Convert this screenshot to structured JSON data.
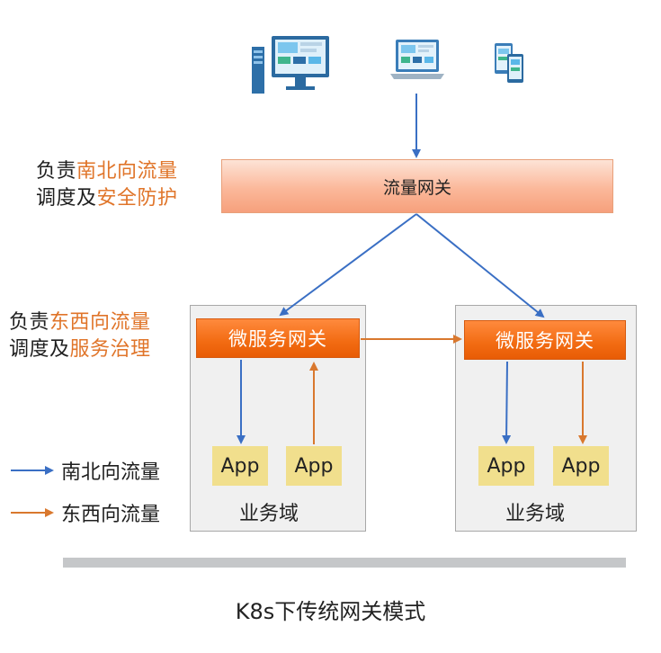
{
  "clients": [
    {
      "icon": "desktop-computer-icon"
    },
    {
      "icon": "laptop-icon"
    },
    {
      "icon": "mobile-tablet-icon"
    }
  ],
  "gateway_main": {
    "label": "流量网关"
  },
  "north_south_desc": {
    "line1_prefix": "负责",
    "line1_highlight": "南北向流量",
    "line2_prefix": "调度及",
    "line2_highlight": "安全防护"
  },
  "east_west_desc": {
    "line1_prefix": "负责",
    "line1_highlight": "东西向流量",
    "line2_prefix": "调度及",
    "line2_highlight": "服务治理"
  },
  "domains": [
    {
      "gateway_label": "微服务网关",
      "apps": [
        "App",
        "App"
      ],
      "domain_label": "业务域"
    },
    {
      "gateway_label": "微服务网关",
      "apps": [
        "App",
        "App"
      ],
      "domain_label": "业务域"
    }
  ],
  "legend": [
    {
      "label": "南北向流量",
      "color": "#3a6fc4"
    },
    {
      "label": "东西向流量",
      "color": "#d9782e"
    }
  ],
  "colors": {
    "north_south": "#3a6fc4",
    "east_west": "#d9782e",
    "highlight_text": "#e0752a"
  },
  "caption": "K8s下传统网关模式"
}
